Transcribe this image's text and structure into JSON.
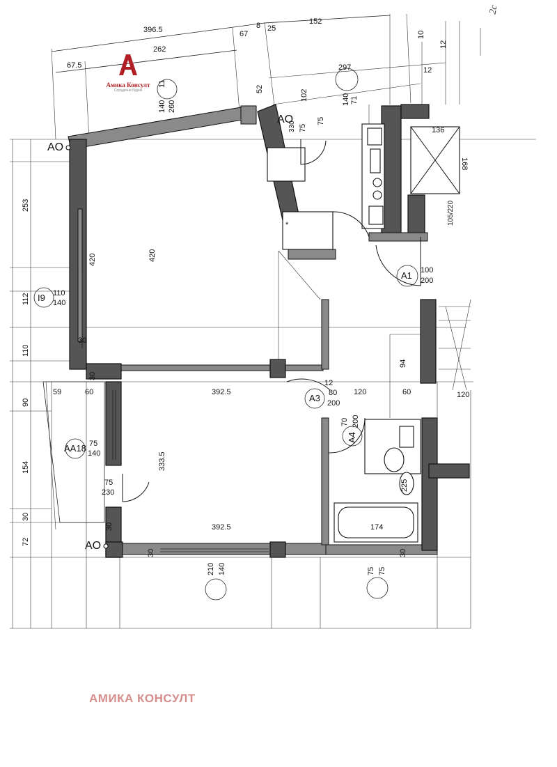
{
  "logo": {
    "brand": "Амика Консулт",
    "tagline": "Сградични будеж",
    "color": "#b01f24"
  },
  "watermark": "АМИКА КОНСУЛТ",
  "corner_mark": "2c",
  "dims": {
    "d_396_5": "396.5",
    "d_67": "67",
    "d_8": "8",
    "d_25": "25",
    "d_152": "152",
    "d_262": "262",
    "d_67_5": "67.5",
    "d_297": "297",
    "d_102": "102",
    "d_52": "52",
    "d_75a": "75",
    "d_330": "330",
    "d_75b": "75",
    "d_11": "11",
    "d_140a": "140",
    "d_260": "260",
    "d_71": "71",
    "d_140b": "140",
    "d_136": "136",
    "d_168": "168",
    "d_105_220": "105/220",
    "d_10": "10",
    "d_12a": "12",
    "d_12b": "12",
    "d_253": "253",
    "d_420a": "420",
    "d_420b": "420",
    "d_112": "112",
    "d_110a": "110",
    "d_140c": "140",
    "d_30a": "30",
    "d_110b": "110",
    "d_30b": "30",
    "d_100": "100",
    "d_200a": "200",
    "d_94": "94",
    "d_59": "59",
    "d_60a": "60",
    "d_392_5a": "392.5",
    "d_12c": "12",
    "d_80": "80",
    "d_200b": "200",
    "d_120a": "120",
    "d_60b": "60",
    "d_120b": "120",
    "d_90": "90",
    "d_70": "70",
    "d_200c": "200",
    "d_75c": "75",
    "d_140d": "140",
    "d_333_5": "333.5",
    "d_154": "154",
    "d_225": "225",
    "d_75d": "75",
    "d_230": "230",
    "d_30c": "30",
    "d_30d": "30",
    "d_392_5b": "392.5",
    "d_174": "174",
    "d_72": "72",
    "d_30e": "30",
    "d_30f": "30",
    "d_210": "210",
    "d_140e": "140",
    "d_75e": "75",
    "d_75f": "75"
  },
  "tags": {
    "ao_top_left": "AO",
    "ao_top_mid": "AO",
    "ao_bottom": "AO",
    "i9": "I9",
    "aa18": "AA18",
    "a1": "A1",
    "a3": "A3",
    "a4": "A4"
  }
}
